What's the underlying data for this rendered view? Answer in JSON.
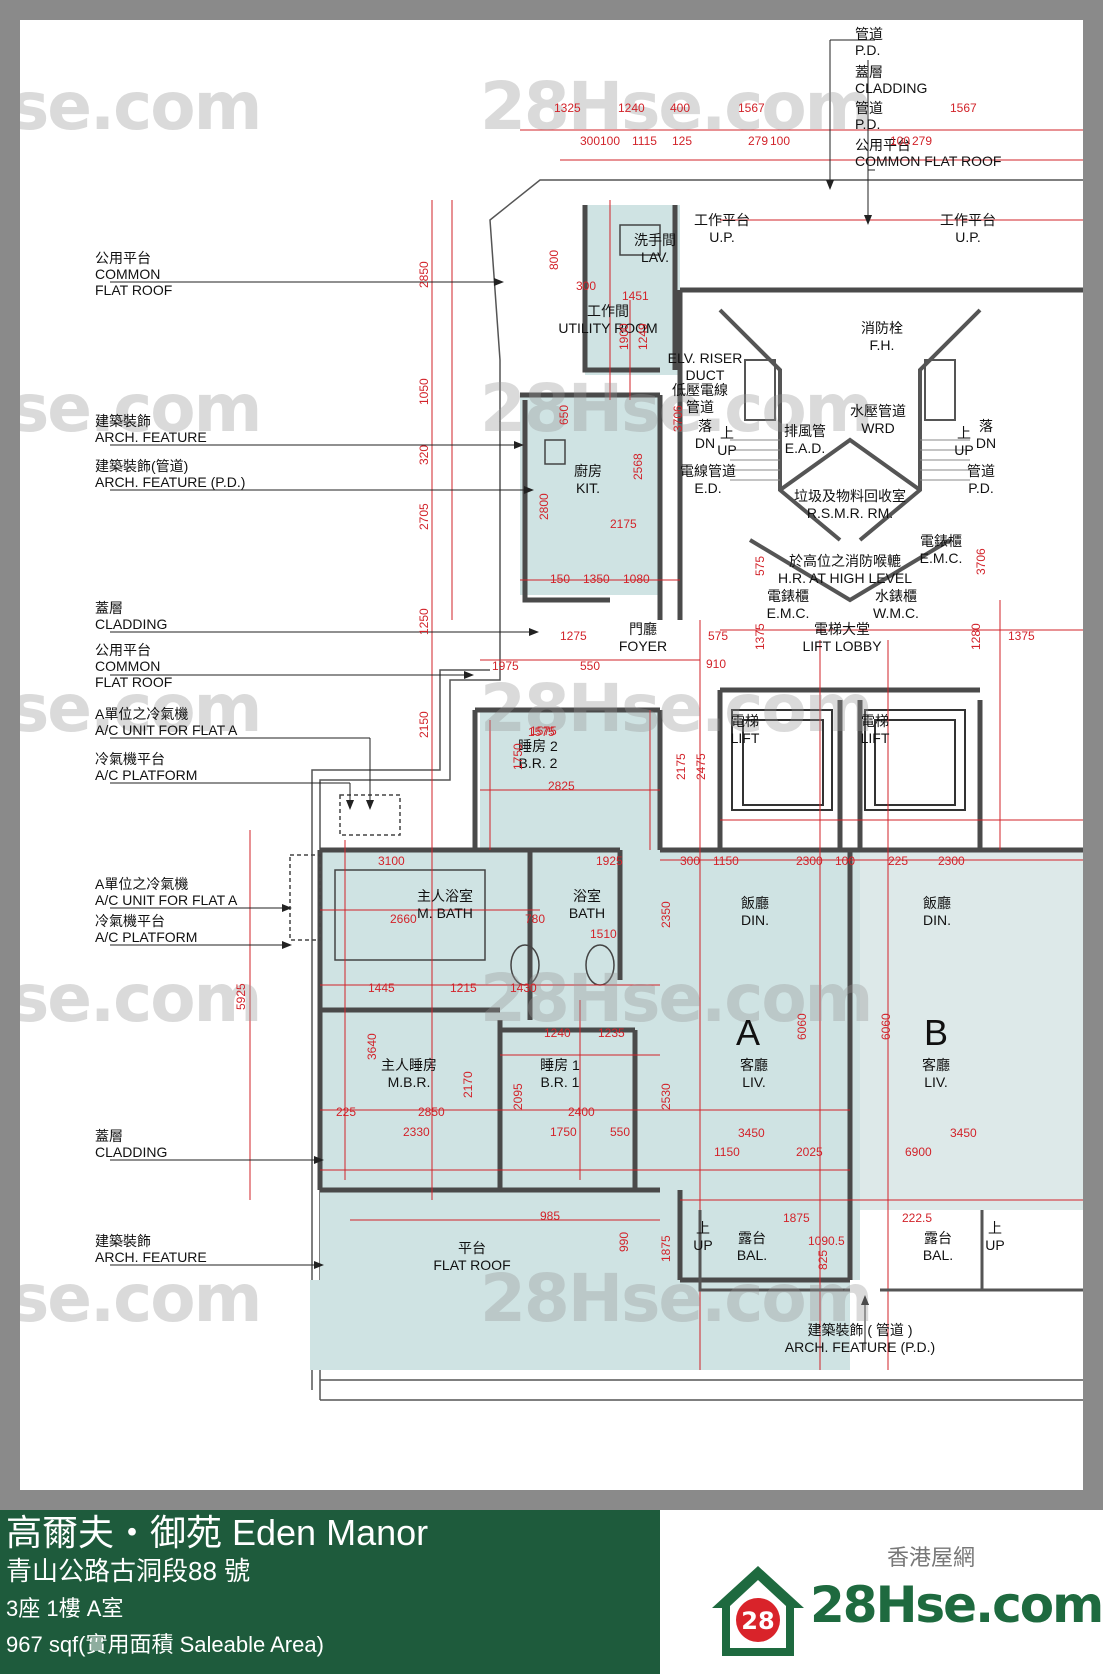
{
  "labels_left": [
    {
      "id": "common-flat-roof-1",
      "zh": "公用平台",
      "en1": "COMMON",
      "en2": "FLAT ROOF"
    },
    {
      "id": "arch-feature-1",
      "zh": "建築裝飾",
      "en1": "ARCH. FEATURE",
      "en2": ""
    },
    {
      "id": "arch-feature-pd",
      "zh": "建築裝飾(管道)",
      "en1": "ARCH. FEATURE (P.D.)",
      "en2": ""
    },
    {
      "id": "cladding-1",
      "zh": "蓋層",
      "en1": "CLADDING",
      "en2": ""
    },
    {
      "id": "common-flat-roof-2",
      "zh": "公用平台",
      "en1": "COMMON",
      "en2": "FLAT ROOF"
    },
    {
      "id": "ac-unit-1",
      "zh": "A單位之冷氣機",
      "en1": "A/C UNIT FOR FLAT A",
      "en2": ""
    },
    {
      "id": "ac-platform-1",
      "zh": "冷氣機平台",
      "en1": "A/C PLATFORM",
      "en2": ""
    },
    {
      "id": "ac-unit-2",
      "zh": "A單位之冷氣機",
      "en1": "A/C UNIT FOR FLAT A",
      "en2": ""
    },
    {
      "id": "ac-platform-2",
      "zh": "冷氣機平台",
      "en1": "A/C PLATFORM",
      "en2": ""
    },
    {
      "id": "cladding-2",
      "zh": "蓋層",
      "en1": "CLADDING",
      "en2": ""
    },
    {
      "id": "arch-feature-2",
      "zh": "建築裝飾",
      "en1": "ARCH. FEATURE",
      "en2": ""
    }
  ],
  "labels_top": [
    {
      "id": "pd-1",
      "zh": "管道",
      "en": "P.D."
    },
    {
      "id": "cladding-top",
      "zh": "蓋層",
      "en": "CLADDING"
    },
    {
      "id": "pd-2",
      "zh": "管道",
      "en": "P.D."
    },
    {
      "id": "common-flat-roof-top",
      "zh": "公用平台",
      "en": "COMMON FLAT ROOF"
    }
  ],
  "rooms": [
    {
      "id": "lav",
      "zh": "洗手間",
      "en": "LAV."
    },
    {
      "id": "up-1",
      "zh": "工作平台",
      "en": "U.P."
    },
    {
      "id": "up-2",
      "zh": "工作平台",
      "en": "U.P."
    },
    {
      "id": "utility-room",
      "zh": "工作間",
      "en": "UTILITY ROOM"
    },
    {
      "id": "elv-riser",
      "zh": "ELV. RISER",
      "en": "DUCT"
    },
    {
      "id": "elv-riser-2",
      "zh": "低壓電線",
      "en": "管道"
    },
    {
      "id": "fh",
      "zh": "消防栓",
      "en": "F.H."
    },
    {
      "id": "kit",
      "zh": "廚房",
      "en": "KIT."
    },
    {
      "id": "ead",
      "zh": "排風管",
      "en": "E.A.D."
    },
    {
      "id": "wrd",
      "zh": "水壓管道",
      "en": "WRD"
    },
    {
      "id": "ed",
      "zh": "電線管道",
      "en": "E.D."
    },
    {
      "id": "pd-core",
      "zh": "管道",
      "en": "P.D."
    },
    {
      "id": "rsmr",
      "zh": "垃圾及物料回收室",
      "en": "R.S.M.R. RM."
    },
    {
      "id": "hr",
      "zh": "於高位之消防喉轆",
      "en": "H.R. AT HIGH LEVEL"
    },
    {
      "id": "emc-1",
      "zh": "電錶櫃",
      "en": "E.M.C."
    },
    {
      "id": "emc-2",
      "zh": "電錶櫃",
      "en": "E.M.C."
    },
    {
      "id": "wmc",
      "zh": "水錶櫃",
      "en": "W.M.C."
    },
    {
      "id": "foyer",
      "zh": "門廳",
      "en": "FOYER"
    },
    {
      "id": "lift-lobby",
      "zh": "電梯大堂",
      "en": "LIFT LOBBY"
    },
    {
      "id": "lift-1",
      "zh": "電梯",
      "en": "LIFT"
    },
    {
      "id": "lift-2",
      "zh": "電梯",
      "en": "LIFT"
    },
    {
      "id": "br2",
      "zh": "睡房 2",
      "en": "B.R. 2"
    },
    {
      "id": "mbath",
      "zh": "主人浴室",
      "en": "M. BATH"
    },
    {
      "id": "bath",
      "zh": "浴室",
      "en": "BATH"
    },
    {
      "id": "din-a",
      "zh": "飯廳",
      "en": "DIN."
    },
    {
      "id": "din-b",
      "zh": "飯廳",
      "en": "DIN."
    },
    {
      "id": "mbr",
      "zh": "主人睡房",
      "en": "M.B.R."
    },
    {
      "id": "br1",
      "zh": "睡房 1",
      "en": "B.R. 1"
    },
    {
      "id": "liv-a",
      "zh": "客廳",
      "en": "LIV."
    },
    {
      "id": "liv-b",
      "zh": "客廳",
      "en": "LIV."
    },
    {
      "id": "bal-a",
      "zh": "露台",
      "en": "BAL."
    },
    {
      "id": "bal-b",
      "zh": "露台",
      "en": "BAL."
    },
    {
      "id": "flat-roof",
      "zh": "平台",
      "en": "FLAT ROOF"
    },
    {
      "id": "arch-pd-bottom",
      "zh": "建築裝飾 ( 管道 )",
      "en": "ARCH. FEATURE (P.D.)"
    }
  ],
  "flat_letters": {
    "a": "A",
    "b": "B"
  },
  "stairs": {
    "down": "落",
    "down_en": "DN",
    "up": "上",
    "up_en": "UP"
  },
  "dimensions": [
    "1325",
    "1240",
    "400",
    "1567",
    "300",
    "100",
    "1115",
    "125",
    "279",
    "100",
    "1567",
    "100",
    "279",
    "2850",
    "1050",
    "320",
    "2705",
    "1250",
    "2150",
    "5925",
    "1575",
    "800",
    "300",
    "1451",
    "1900",
    "1249",
    "650",
    "2568",
    "2800",
    "2175",
    "150",
    "1350",
    "1080",
    "1275",
    "550",
    "1975",
    "1575",
    "2825",
    "1750",
    "2175",
    "2475",
    "300",
    "1150",
    "2300",
    "100",
    "225",
    "2300",
    "3100",
    "1925",
    "2660",
    "780",
    "1510",
    "2350",
    "1445",
    "1215",
    "1430",
    "1240",
    "1235",
    "6060",
    "6060",
    "3640",
    "2850",
    "2400",
    "2170",
    "2095",
    "2530",
    "225",
    "2330",
    "1750",
    "550",
    "3450",
    "3450",
    "1150",
    "2025",
    "6900",
    "985",
    "990",
    "1875",
    "1875",
    "222.5",
    "1090.5",
    "825",
    "575",
    "575",
    "1375",
    "1375",
    "1280",
    "910",
    "3706",
    "3706"
  ],
  "watermark": {
    "brand": "28Hse.com",
    "badge": "28",
    "partial": "se.com"
  },
  "footer": {
    "estate": "高爾夫・御苑 Eden Manor",
    "address": "青山公路古洞段88 號",
    "unit": "3座 1樓 A室",
    "area": "967 sqf(實用面積 Saleable Area)",
    "brand_cn": "香港屋網",
    "brand_logo_num": "28",
    "brand_logo_text": "28Hse.com"
  },
  "colors": {
    "room_fill": "#cfe3e3",
    "wall": "#4a4a4a",
    "dim": "#d2232a",
    "footer_green": "#1e5b3c",
    "brand_green": "#1e6a3f",
    "frame": "#8a8a8a"
  }
}
